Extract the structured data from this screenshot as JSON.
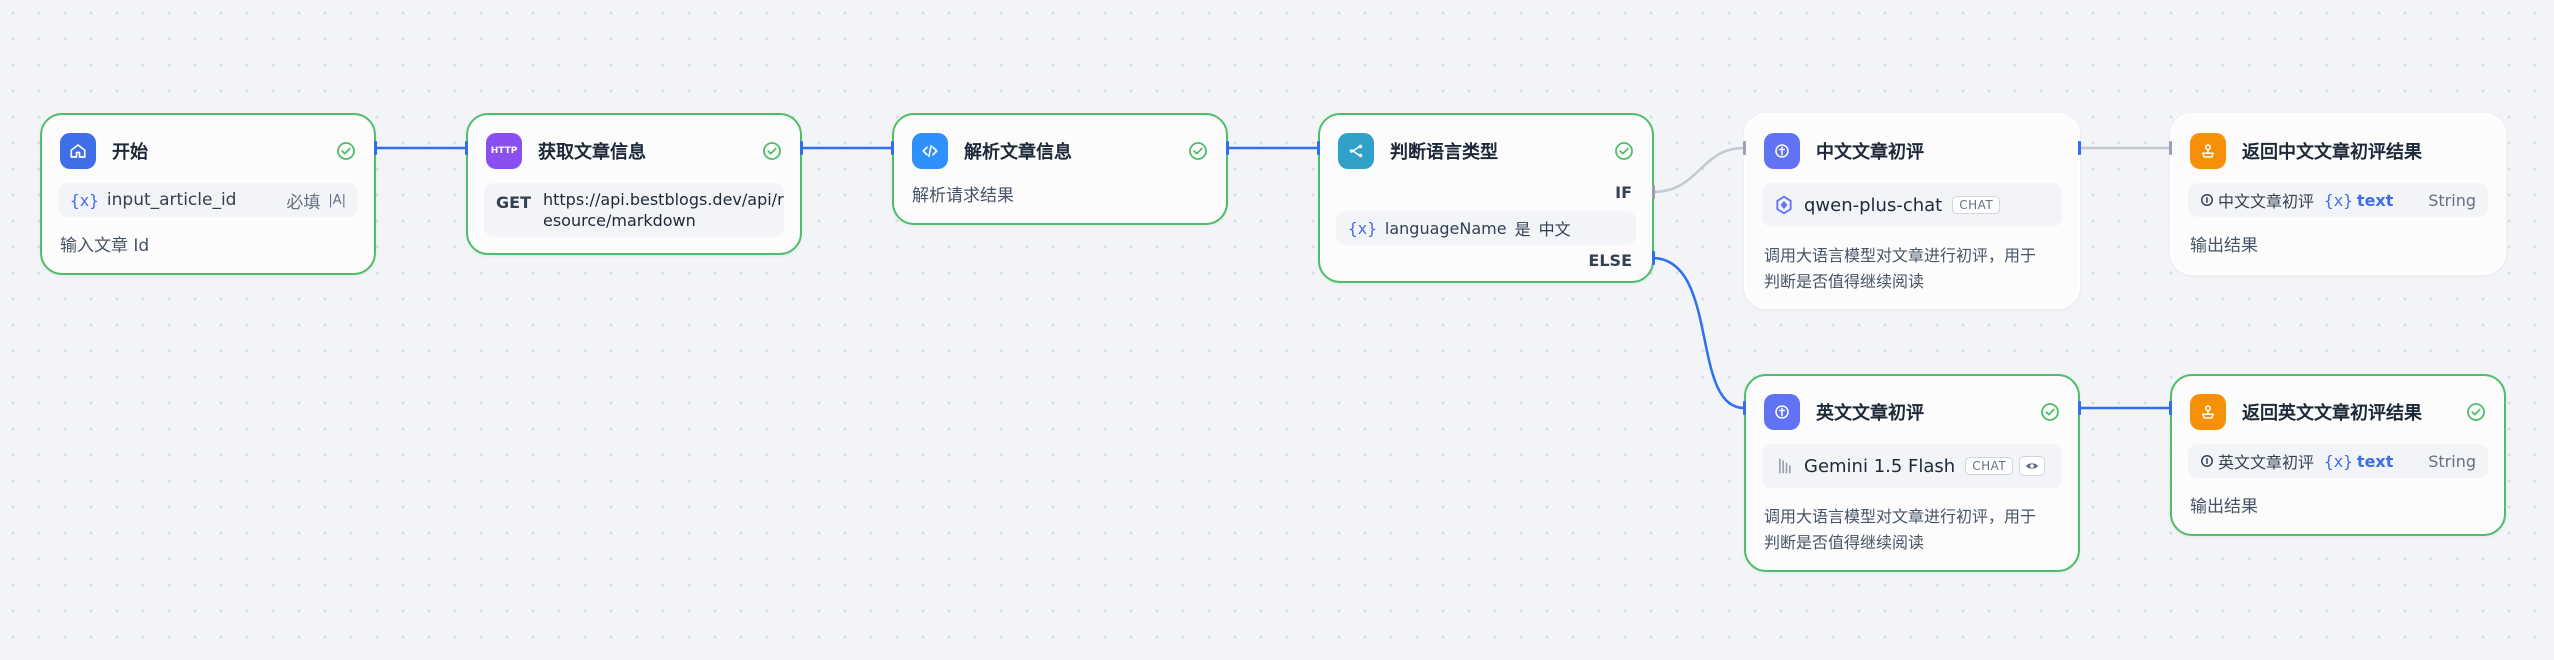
{
  "nodes": {
    "start": {
      "title": "开始",
      "var_name": "input_article_id",
      "required": "必填",
      "type_icon": "|A|",
      "desc": "输入文章 Id"
    },
    "http": {
      "title": "获取文章信息",
      "icon_text": "HTTP",
      "method": "GET",
      "url_line1": "https://api.bestblogs.dev/api/r",
      "url_line2": "esource/markdown"
    },
    "code": {
      "title": "解析文章信息",
      "desc": "解析请求结果"
    },
    "ifelse": {
      "title": "判断语言类型",
      "if_label": "IF",
      "condition_var": "languageName",
      "condition_op": "是",
      "condition_value": "中文",
      "else_label": "ELSE"
    },
    "llm_cn": {
      "title": "中文文章初评",
      "model": "qwen-plus-chat",
      "model_badge": "CHAT",
      "desc_line1": "调用大语言模型对文章进行初评，用于",
      "desc_line2": "判断是否值得继续阅读"
    },
    "llm_en": {
      "title": "英文文章初评",
      "model": "Gemini 1.5 Flash",
      "model_badge": "CHAT",
      "desc_line1": "调用大语言模型对文章进行初评，用于",
      "desc_line2": "判断是否值得继续阅读"
    },
    "end_cn": {
      "title": "返回中文文章初评结果",
      "source": "中文文章初评",
      "var": "text",
      "type": "String",
      "desc": "输出结果"
    },
    "end_en": {
      "title": "返回英文文章初评结果",
      "source": "英文文章初评",
      "var": "text",
      "type": "String",
      "desc": "输出结果"
    }
  },
  "colors": {
    "success_border": "#4fbe6a",
    "edge": "#2f6ff0",
    "edge_inactive": "#c4c9d2",
    "start_icon": "#3f6ee8",
    "http_icon": "#8a4ff0",
    "code_icon": "#2e90fa",
    "ifelse_icon": "#2fa0c8",
    "llm_icon": "#6172f3",
    "end_icon": "#f79009"
  },
  "icons": {
    "start": "home-icon",
    "http": "http-icon",
    "code": "code-icon",
    "ifelse": "branch-icon",
    "llm": "llm-icon",
    "end": "end-icon",
    "status": "check-circle-icon"
  }
}
